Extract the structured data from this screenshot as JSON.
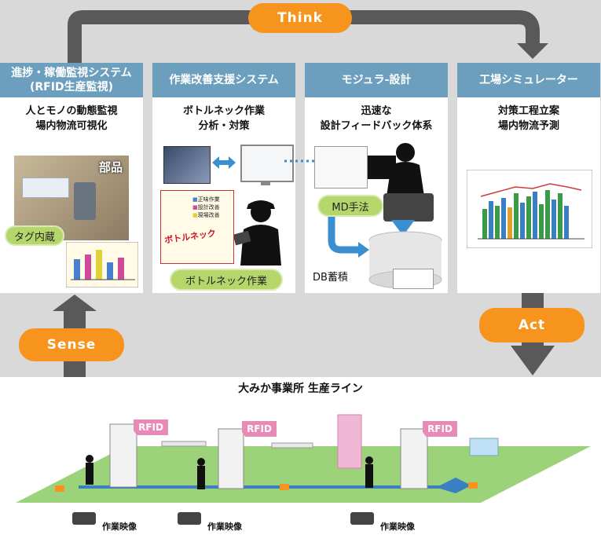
{
  "loop": {
    "think_label": "Think",
    "sense_label": "Sense",
    "act_label": "Act"
  },
  "panels": [
    {
      "title_line1": "進捗・稼働監視システム",
      "title_line2": "(RFID生産監視)",
      "sub_line1": "人とモノの動態監視",
      "sub_line2": "場内物流可視化",
      "photo_label": "部品",
      "tag_label": "タグ内蔵"
    },
    {
      "title_line1": "作業改善支援システム",
      "sub_line1": "ボトルネック作業",
      "sub_line2": "分析・対策",
      "chart_text": "ボトルネック",
      "legend": [
        "正味作業",
        "設計改善",
        "現場改善"
      ],
      "tag_label": "ボトルネック作業"
    },
    {
      "title_line1": "モジュラ-設計",
      "sub_line1": "迅速な",
      "sub_line2": "設計フィードバック体系",
      "md_label": "MD手法",
      "db_label": "DB蓄積"
    },
    {
      "title_line1": "工場シミュレーター",
      "sub_line1": "対策工程立案",
      "sub_line2": "場内物流予測"
    }
  ],
  "factory": {
    "title": "大みか事業所 生産ライン",
    "rfid_label": "RFID",
    "camera_labels": [
      "作業映像",
      "作業映像",
      "作業映像"
    ]
  },
  "colors": {
    "panel_header": "#6c9fbd",
    "accent_orange": "#f7941d",
    "arrow_gray": "#595959",
    "floor_green": "#9bd27a",
    "conveyor_blue": "#3a7fc1",
    "rfid_pink": "#e78ab6"
  }
}
